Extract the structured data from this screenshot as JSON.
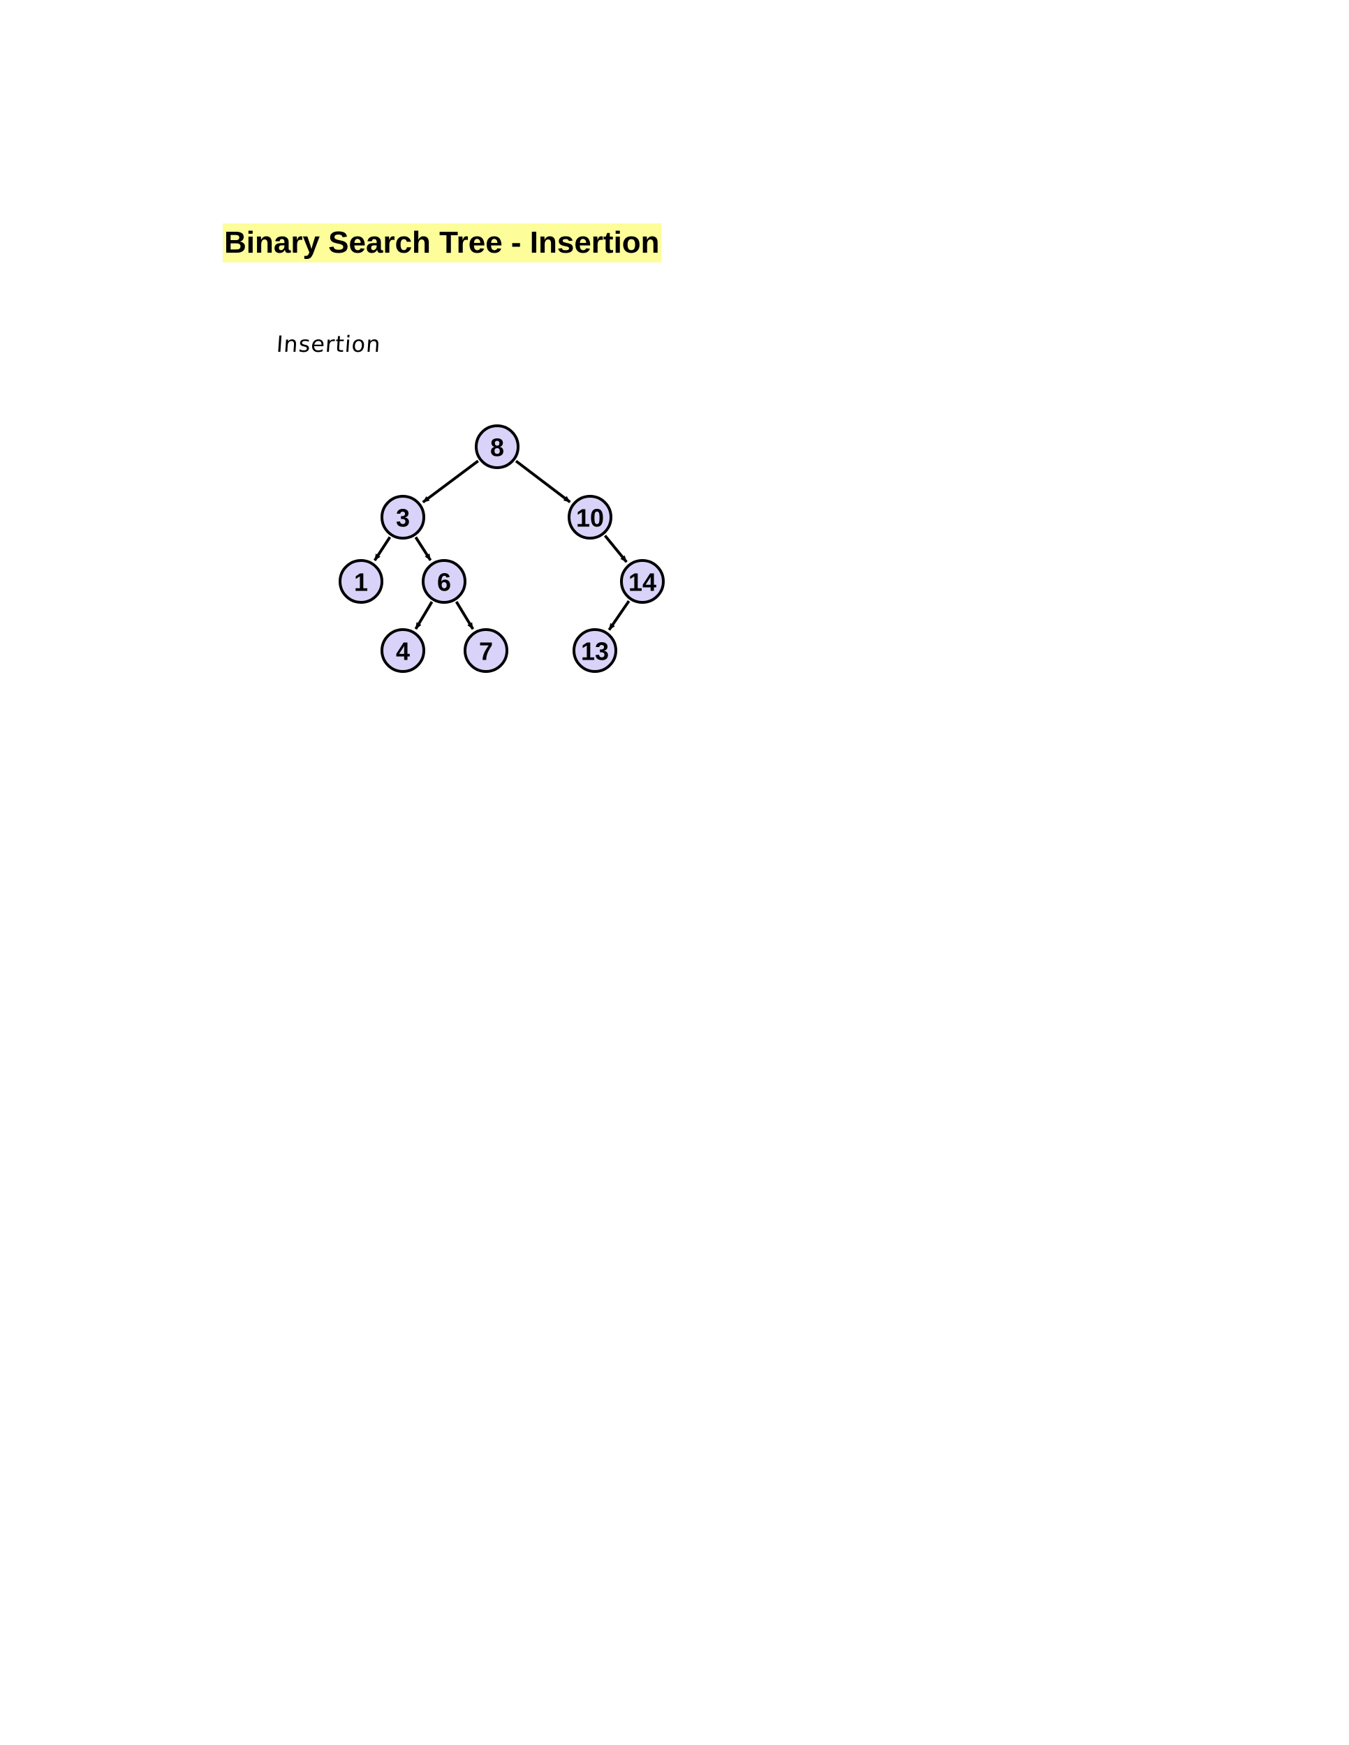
{
  "title": "Binary Search Tree - Insertion",
  "heading": "Insertion",
  "colors": {
    "title_highlight": "#fdfd9a",
    "node_fill": "#d9d3fa",
    "stroke": "#000000"
  },
  "tree": {
    "nodes": [
      {
        "id": "n8",
        "label": "8"
      },
      {
        "id": "n3",
        "label": "3"
      },
      {
        "id": "n10",
        "label": "10"
      },
      {
        "id": "n1",
        "label": "1"
      },
      {
        "id": "n6",
        "label": "6"
      },
      {
        "id": "n14",
        "label": "14"
      },
      {
        "id": "n4",
        "label": "4"
      },
      {
        "id": "n7",
        "label": "7"
      },
      {
        "id": "n13",
        "label": "13"
      }
    ],
    "edges": [
      {
        "from": "n8",
        "to": "n3"
      },
      {
        "from": "n8",
        "to": "n10"
      },
      {
        "from": "n3",
        "to": "n1"
      },
      {
        "from": "n3",
        "to": "n6"
      },
      {
        "from": "n10",
        "to": "n14"
      },
      {
        "from": "n6",
        "to": "n4"
      },
      {
        "from": "n6",
        "to": "n7"
      },
      {
        "from": "n14",
        "to": "n13"
      }
    ]
  }
}
